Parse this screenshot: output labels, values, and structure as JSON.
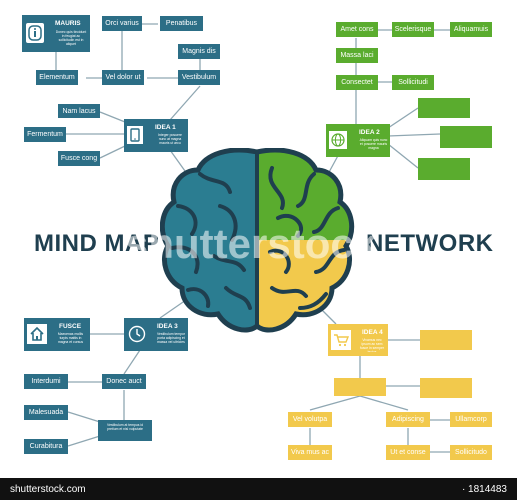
{
  "colors": {
    "blue": "#2c6e86",
    "green": "#5aac2e",
    "yellow": "#f2c94c",
    "dark": "#1f3f4f"
  },
  "title_left": "MIND MAP",
  "title_right": "NETWORK",
  "blue_top": {
    "mauris_title": "MAURIS",
    "mauris_text": "Donec quis tincidunt in feugiat ac sollicitudin est in aliquet",
    "nodes": [
      "Orci varius",
      "Penatibus",
      "Magnis dis",
      "Vestibulum",
      "Elementum",
      "Vel dolor ut",
      "Nam lacus",
      "Fermentum",
      "Fusce cong"
    ],
    "idea_title": "IDEA 1",
    "idea_text": "Integer posuere nunc at magna mauris ut arcu"
  },
  "green_top": {
    "nodes": [
      "Amet cons",
      "Scelerisque",
      "Aliquamuis",
      "Massa laci",
      "Consectet",
      "Sollicitudi"
    ],
    "idea_title": "IDEA 2",
    "idea_text": "Aliquam quis nunc et posuere mauris magna"
  },
  "blue_bottom": {
    "fusce_title": "FUSCE",
    "fusce_text": "Maecenas mollis turpis mattis in magna et cursus",
    "idea_title": "IDEA 3",
    "idea_text": "Vestibulum tempor porta adipiscing et massa vel ultricies",
    "nodes": [
      "Interdumi",
      "Donec auct",
      "Malesuada",
      "Curabitura"
    ],
    "note_text": "Vestibulum at tempus id pretium et nisl vulputate"
  },
  "yellow_bottom": {
    "idea_title": "IDEA 4",
    "idea_text": "Vivamus nec ipsum ac sem fusce in semper lectus",
    "nodes": [
      "Vel volutpa",
      "Adipiscing",
      "Ullamcorp",
      "Viva mus ac",
      "Ut et conse",
      "Sollicitudo"
    ]
  },
  "watermark": "shutterstock",
  "footer": {
    "site": "shutterstock.com",
    "id": "· 1814483"
  }
}
